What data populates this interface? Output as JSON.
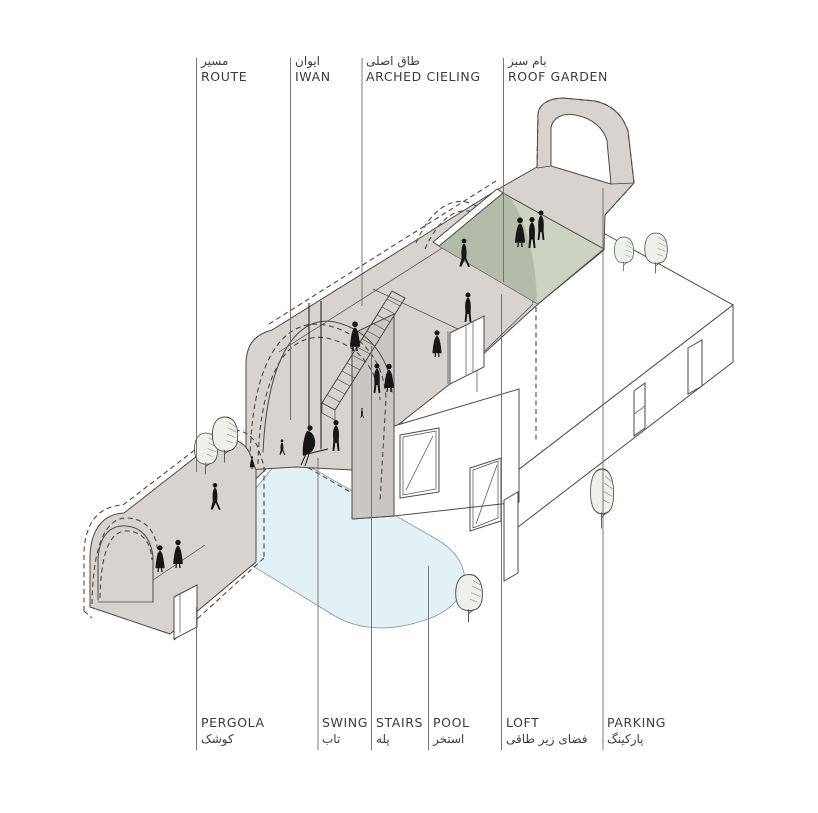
{
  "diagram": {
    "top_labels": [
      {
        "id": "route",
        "fa": "مسیر",
        "en": "ROUTE"
      },
      {
        "id": "iwan",
        "fa": "ایوان",
        "en": "IWAN"
      },
      {
        "id": "arched-cieling",
        "fa": "طاق اصلی",
        "en": "ARCHED CIELING"
      },
      {
        "id": "roof-garden",
        "fa": "بام سبز",
        "en": "ROOF GARDEN"
      }
    ],
    "bottom_labels": [
      {
        "id": "pergola",
        "en": "PERGOLA",
        "fa": "کوشک"
      },
      {
        "id": "swing",
        "en": "SWING",
        "fa": "تاب"
      },
      {
        "id": "stairs",
        "en": "STAIRS",
        "fa": "پله"
      },
      {
        "id": "pool",
        "en": "POOL",
        "fa": "استخر"
      },
      {
        "id": "loft",
        "en": "LOFT",
        "fa": "فضای زیر طاقی"
      },
      {
        "id": "parking",
        "en": "PARKING",
        "fa": "پارکینگ"
      }
    ],
    "colors": {
      "line": "#4a4a4a",
      "mass": "#d8d3cf",
      "cut": "#ccc6c2",
      "green_light": "#ccd3c3",
      "green_dark": "#b4bba8",
      "pool": "#e2f1f5",
      "tree": "#eef1ea",
      "figure": "#161616"
    }
  }
}
